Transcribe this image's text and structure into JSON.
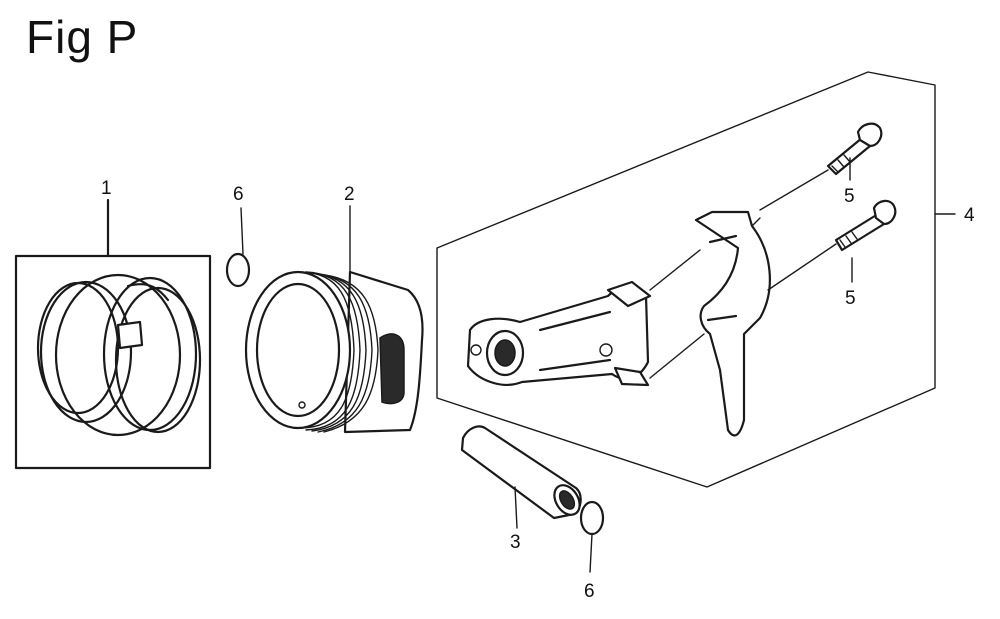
{
  "figure": {
    "title": "Fig P"
  },
  "callouts": {
    "c1": "1",
    "c2": "2",
    "c3": "3",
    "c4": "4",
    "c5a": "5",
    "c5b": "5",
    "c6a": "6",
    "c6b": "6"
  }
}
